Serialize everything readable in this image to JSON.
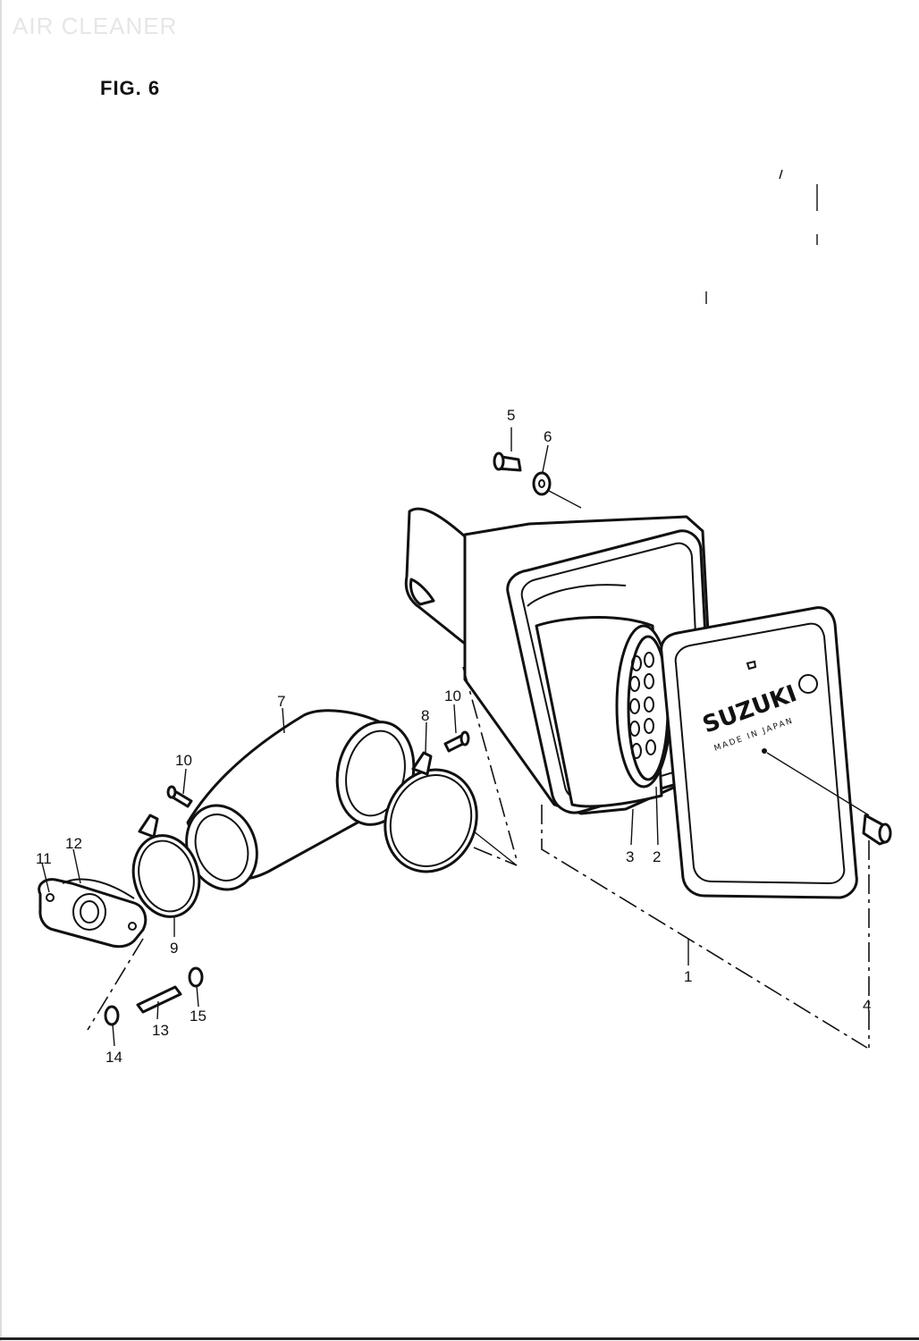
{
  "header": {
    "watermark": "AIR CLEANER",
    "figure_label": "FIG. 6"
  },
  "diagram": {
    "title": "",
    "callouts": [
      "1",
      "2",
      "3",
      "4",
      "5",
      "6",
      "7",
      "8",
      "9",
      "10",
      "10",
      "11",
      "12",
      "13",
      "14",
      "15"
    ]
  },
  "cover": {
    "brand": "SUZUKI",
    "sub_text": "MADE IN JAPAN"
  }
}
